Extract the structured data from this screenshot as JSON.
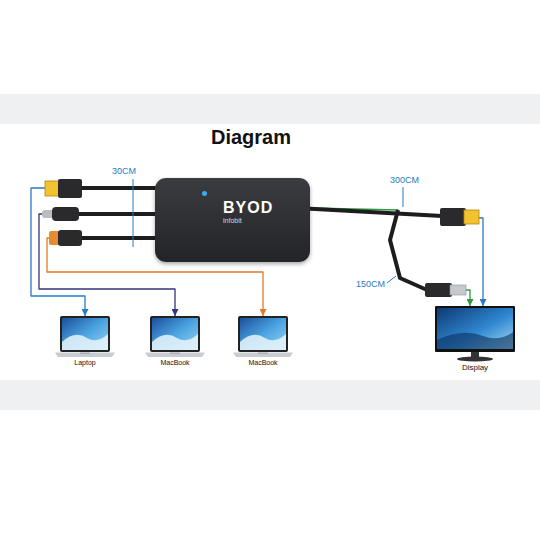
{
  "diagram": {
    "title": "Diagram",
    "nodes": [
      {
        "text": [
          "BYOD",
          "infobit"
        ]
      },
      {
        "text": [
          "Laptop"
        ]
      },
      {
        "text": [
          "MacBook"
        ]
      },
      {
        "text": [
          "MacBook"
        ]
      },
      {
        "text": [
          "Display"
        ]
      }
    ],
    "edges": [
      {
        "from": 0,
        "to": 1,
        "arrow": "to"
      },
      {
        "from": 0,
        "to": 2,
        "arrow": "to"
      },
      {
        "from": 0,
        "to": 3,
        "arrow": "to"
      },
      {
        "from": 0,
        "to": 4,
        "arrow": "to"
      },
      {
        "from": 0,
        "to": 4,
        "arrow": "to"
      }
    ],
    "labels": [
      "30CM",
      "300CM",
      "150CM"
    ]
  }
}
